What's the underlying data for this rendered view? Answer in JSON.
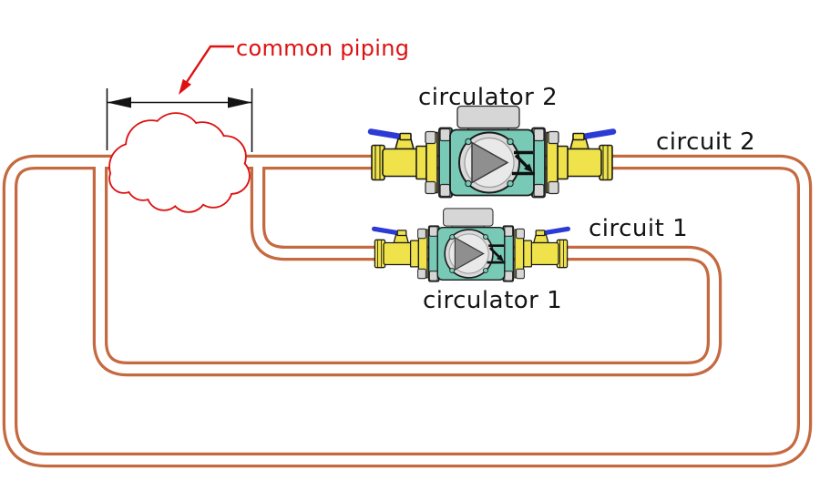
{
  "labels": {
    "common_piping": "common piping",
    "circulator_2": "circulator 2",
    "circulator_1": "circulator 1",
    "circuit_2": "circuit 2",
    "circuit_1": "circuit 1"
  },
  "colors": {
    "pipe_copper": "#c56a40",
    "annotation_red": "#dd1111",
    "pump_teal": "#79c9b7",
    "valve_yellow": "#efe24a",
    "handle_blue": "#2d3bd6",
    "metal_gray": "#d6d6d6",
    "label_black": "#141414"
  },
  "diagram": {
    "kind": "hydronic piping schematic",
    "components": [
      "circuit 2 outer pipe loop",
      "circuit 1 inner pipe loop",
      "circulator 2 pump assembly with isolation valves",
      "circulator 1 pump assembly with isolation valves",
      "common piping cloud",
      "common piping dimension arrows"
    ]
  }
}
